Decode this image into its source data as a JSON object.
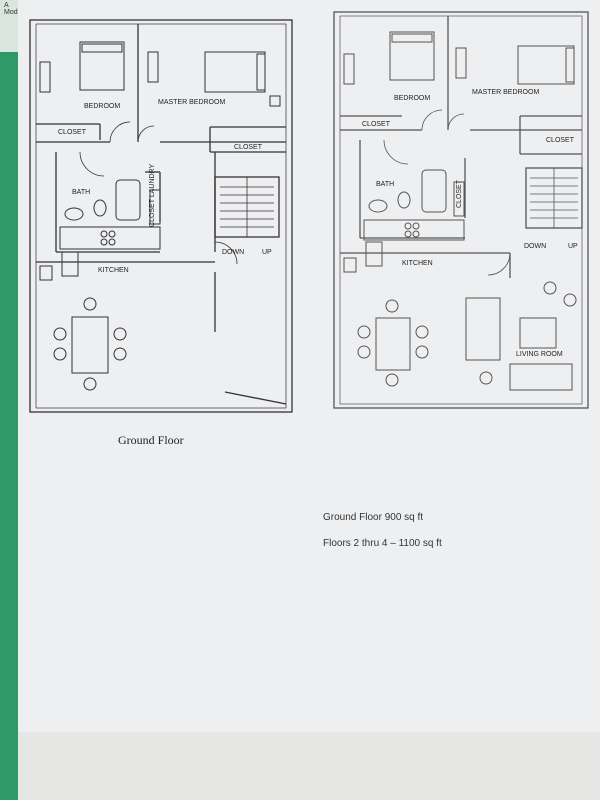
{
  "left_plan": {
    "caption": "Ground Floor",
    "rooms": {
      "bedroom": "BEDROOM",
      "master_bedroom": "MASTER BEDROOM",
      "closet_left": "CLOSET",
      "closet_right": "CLOSET",
      "bath": "BATH",
      "closet_laundry": "CLOSET LAUNDRY",
      "kitchen": "KITCHEN",
      "down": "DOWN",
      "up": "UP"
    }
  },
  "right_plan": {
    "rooms": {
      "bedroom": "BEDROOM",
      "master_bedroom": "MASTER BEDROOM",
      "closet_left": "CLOSET",
      "closet_right": "CLOSET",
      "bath": "BATH",
      "closet_small": "CLOSET",
      "kitchen": "KITCHEN",
      "down": "DOWN",
      "up": "UP",
      "living_room": "LIVING ROOM"
    }
  },
  "notes": {
    "ground_floor_area": "Ground Floor 900 sq ft",
    "upper_floors_area": "Floors 2 thru 4 – 1100 sq ft"
  },
  "side_label": "A Moder..."
}
